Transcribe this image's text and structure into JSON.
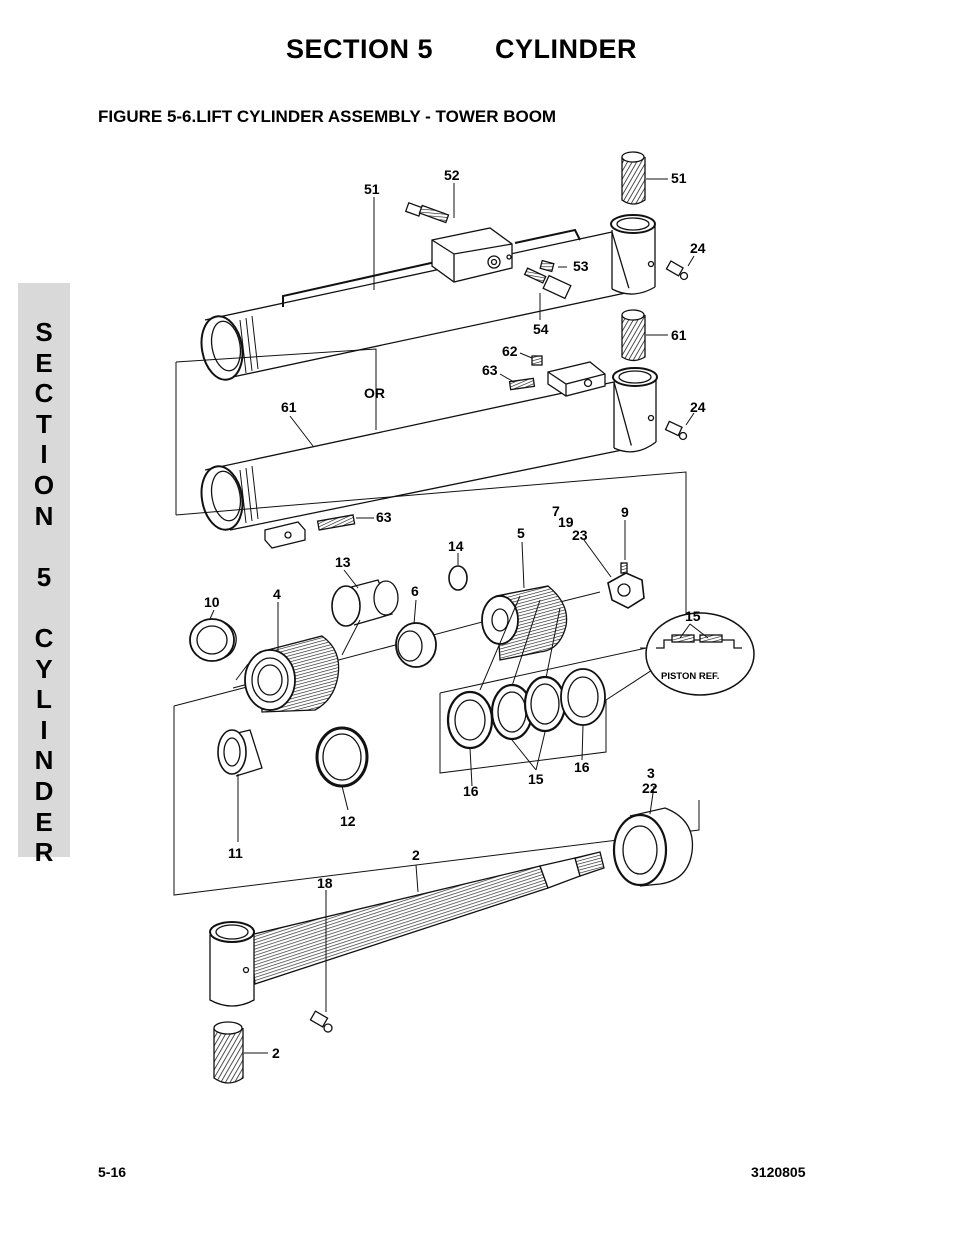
{
  "header": {
    "section": "SECTION 5",
    "name": "CYLINDER"
  },
  "figure_title": "FIGURE 5-6.LIFT CYLINDER ASSEMBLY - TOWER BOOM",
  "side_tab": [
    "S",
    "E",
    "C",
    "T",
    "I",
    "O",
    "N",
    " ",
    "5",
    " ",
    "C",
    "Y",
    "L",
    "I",
    "N",
    "D",
    "E",
    "R"
  ],
  "callouts": {
    "c51a": "51",
    "c52": "52",
    "c51b": "51",
    "c24a": "24",
    "c53": "53",
    "c54": "54",
    "c61a": "61",
    "c62": "62",
    "c63a": "63",
    "cor": "OR",
    "c61b": "61",
    "c24b": "24",
    "c63b": "63",
    "c7": "7",
    "c19": "19",
    "c9": "9",
    "c23": "23",
    "c14": "14",
    "c5": "5",
    "c13": "13",
    "c15a": "15",
    "c10": "10",
    "c4": "4",
    "c6": "6",
    "piston_ref": "PISTON REF.",
    "c16a": "16",
    "c15b": "15",
    "c16b": "16",
    "c3": "3",
    "c22": "22",
    "c11": "11",
    "c12": "12",
    "c2a": "2",
    "c18": "18",
    "c2b": "2"
  },
  "footer": {
    "page": "5-16",
    "doc": "3120805"
  }
}
